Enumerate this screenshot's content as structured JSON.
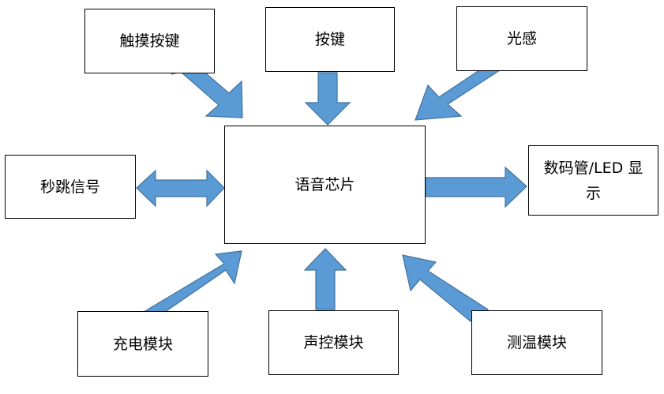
{
  "diagram": {
    "center": "语音芯片",
    "nodes": {
      "touch_keys": "触摸按键",
      "keys": "按键",
      "light_sensor": "光感",
      "second_signal": "秒跳信号",
      "display": "数码管/LED 显示",
      "charging": "充电模块",
      "sound_control": "声控模块",
      "temp_measure": "测温模块"
    },
    "arrow_color": "#5b9bd5"
  }
}
